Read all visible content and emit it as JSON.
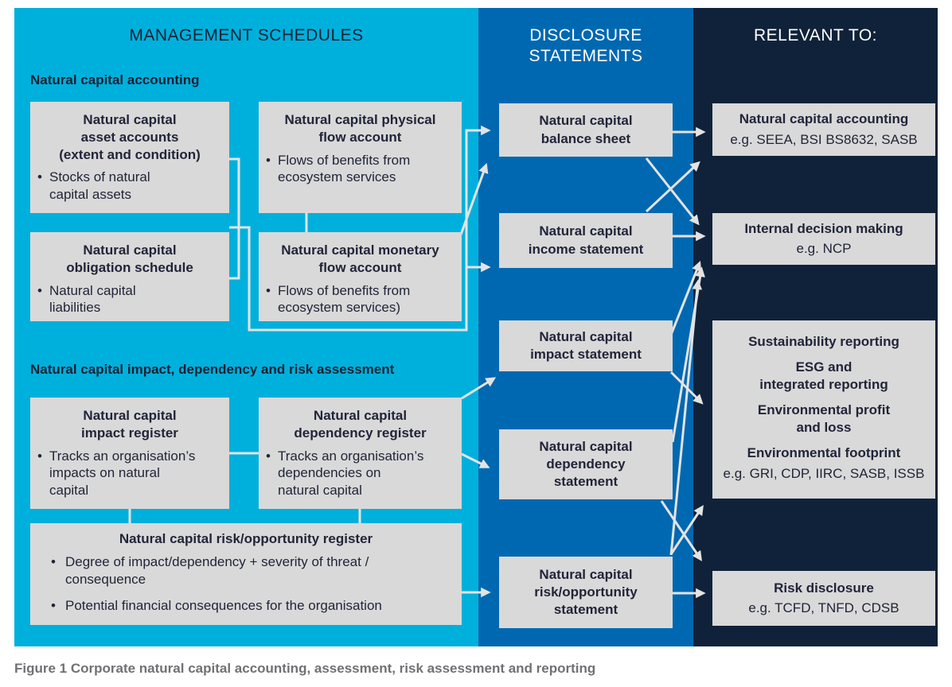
{
  "figure": {
    "caption": "Figure 1 Corporate natural capital accounting, assessment, risk assessment and reporting"
  },
  "colors": {
    "cyan_panel": "#00b0dc",
    "blue_panel": "#0068b1",
    "navy_panel": "#0f2239",
    "box_gray": "#d9d9d9",
    "connector_gray": "#e3e3e3",
    "text_dark": "#212539",
    "caption_gray": "#707174"
  },
  "columns": {
    "management": {
      "header": "MANAGEMENT SCHEDULES",
      "section1": {
        "label": "Natural capital accounting",
        "boxes": {
          "asset": {
            "title": "Natural capital\nasset accounts\n(extent and condition)",
            "bullets": [
              "Stocks of natural\ncapital assets"
            ]
          },
          "physical": {
            "title": "Natural capital physical\nflow account",
            "bullets": [
              "Flows of benefits from\necosystem services"
            ]
          },
          "obligation": {
            "title": "Natural capital\nobligation schedule",
            "bullets": [
              "Natural capital\nliabilities"
            ]
          },
          "monetary": {
            "title": "Natural capital monetary\nflow account",
            "bullets": [
              "Flows of benefits from\necosystem services)"
            ]
          }
        }
      },
      "section2": {
        "label": "Natural capital impact, dependency and risk assessment",
        "boxes": {
          "impact_register": {
            "title": "Natural capital\nimpact register",
            "bullets": [
              "Tracks an organisation’s\nimpacts on natural\ncapital"
            ]
          },
          "dependency_register": {
            "title": "Natural capital\ndependency register",
            "bullets": [
              "Tracks an organisation’s\ndependencies on\nnatural capital"
            ]
          },
          "risk_register": {
            "title": "Natural capital risk/opportunity register",
            "bullets": [
              "Degree of impact/dependency + severity of threat /\nconsequence",
              "Potential financial consequences for the organisation"
            ]
          }
        }
      }
    },
    "disclosure": {
      "header": "DISCLOSURE\nSTATEMENTS",
      "boxes": {
        "balance_sheet": "Natural capital\nbalance sheet",
        "income": "Natural capital\nincome statement",
        "impact": "Natural capital\nimpact statement",
        "dependency": "Natural capital\ndependency\nstatement",
        "risk": "Natural capital\nrisk/opportunity\nstatement"
      }
    },
    "relevant": {
      "header": "RELEVANT TO:",
      "boxes": {
        "accounting": {
          "title": "Natural capital accounting",
          "example": "e.g. SEEA, BSI BS8632, SASB"
        },
        "internal": {
          "title": "Internal decision making",
          "example": "e.g. NCP"
        },
        "sustainability": {
          "titles": [
            "Sustainability reporting",
            "ESG and\nintegrated reporting",
            "Environmental profit\nand loss",
            "Environmental footprint"
          ],
          "example": "e.g. GRI, CDP, IIRC, SASB, ISSB"
        },
        "risk": {
          "title": "Risk disclosure",
          "example": "e.g. TCFD, TNFD, CDSB"
        }
      }
    }
  }
}
